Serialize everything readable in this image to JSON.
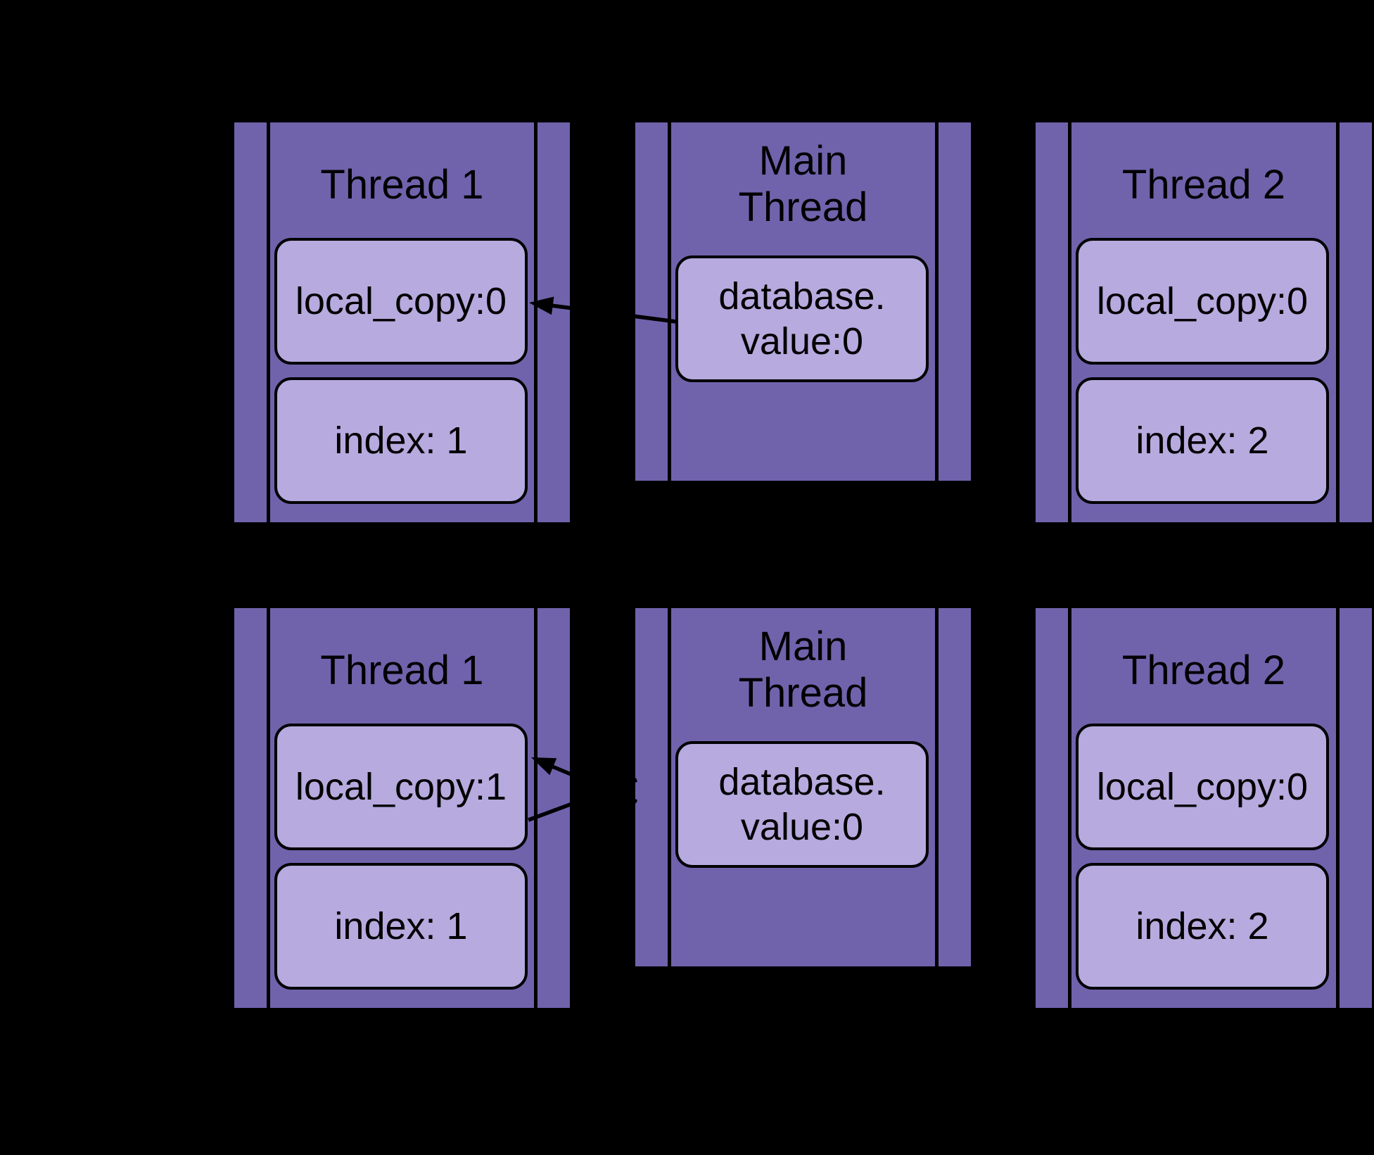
{
  "colors": {
    "background": "#000000",
    "panel_fill": "#7063ac",
    "box_fill": "#b6aade",
    "stroke": "#000000"
  },
  "panels": {
    "r1_thread1": {
      "title": "Thread 1",
      "box1": "local_copy:0",
      "box2": "index: 1"
    },
    "r1_main": {
      "title_line1": "Main",
      "title_line2": "Thread",
      "box1_line1": "database.",
      "box1_line2": "value:0"
    },
    "r1_thread2": {
      "title": "Thread 2",
      "box1": "local_copy:0",
      "box2": "index: 2"
    },
    "r2_thread1": {
      "title": "Thread 1",
      "box1": "local_copy:1",
      "box2": "index: 1"
    },
    "r2_main": {
      "title_line1": "Main",
      "title_line2": "Thread",
      "box1_line1": "database.",
      "box1_line2": "value:0"
    },
    "r2_thread2": {
      "title": "Thread 2",
      "box1": "local_copy:0",
      "box2": "index: 2"
    }
  }
}
